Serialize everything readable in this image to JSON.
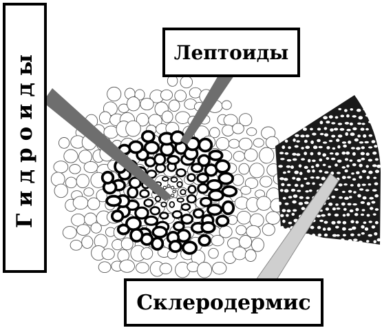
{
  "labels": {
    "hydroids": "Гидроиды",
    "leptoids": "Лептоиды",
    "sclerodermis": "Склеродермис"
  },
  "colors": {
    "ink": "#000000",
    "pointer_dark": "#6e6e6e",
    "pointer_light": "#cfcfcf",
    "cell_fill": "#ffffff",
    "sclero_fill": "#1a1a1a"
  }
}
